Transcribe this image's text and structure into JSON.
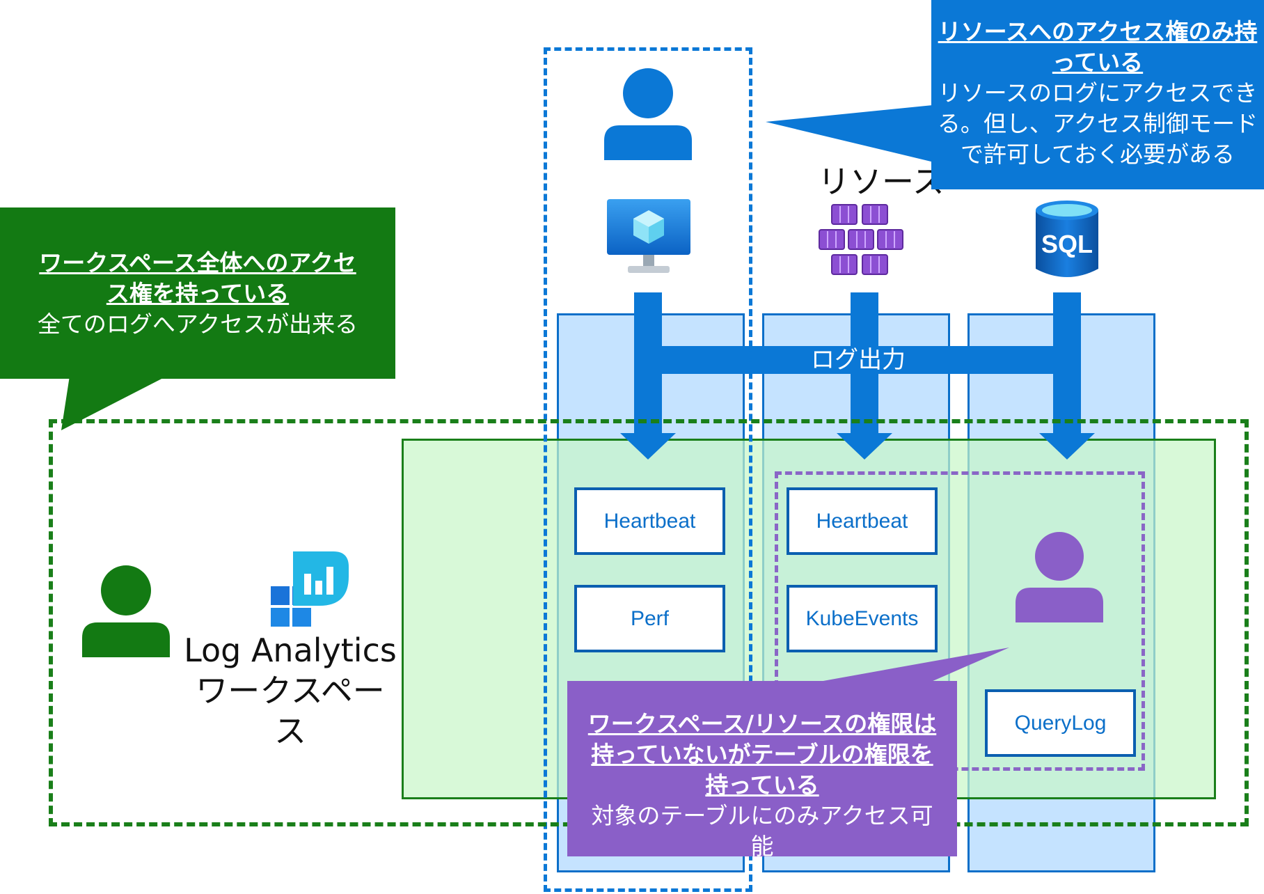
{
  "diagram": {
    "resources_label": "リソース",
    "log_output_label": "ログ出力",
    "workspace_label": "Log Analytics\nワークスペース",
    "vm_tables": [
      "Heartbeat",
      "Perf"
    ],
    "aks_tables": [
      "Heartbeat",
      "KubeEvents"
    ],
    "sql_tables": [
      "QueryLog"
    ],
    "sql_icon_text": "SQL"
  },
  "callouts": {
    "resource_user": {
      "title": "リソースへのアクセス権のみ持っている",
      "body": "リソースのログにアクセスできる。但し、アクセス制御モードで許可しておく必要がある"
    },
    "workspace_user": {
      "title": "ワークスペース全体へのアクセス権を持っている",
      "body": "全てのログへアクセスが出来る"
    },
    "table_user": {
      "title": "ワークスペース/リソースの権限は持っていないがテーブルの権限を持っている",
      "body": "対象のテーブルにのみアクセス可能"
    }
  },
  "colors": {
    "blue": "#0b78d6",
    "green": "#1a7f1a",
    "purple": "#8a5fc8",
    "callout_blue": "#0b78d6",
    "callout_green": "#137a13",
    "callout_purple": "#8a5fc8"
  }
}
